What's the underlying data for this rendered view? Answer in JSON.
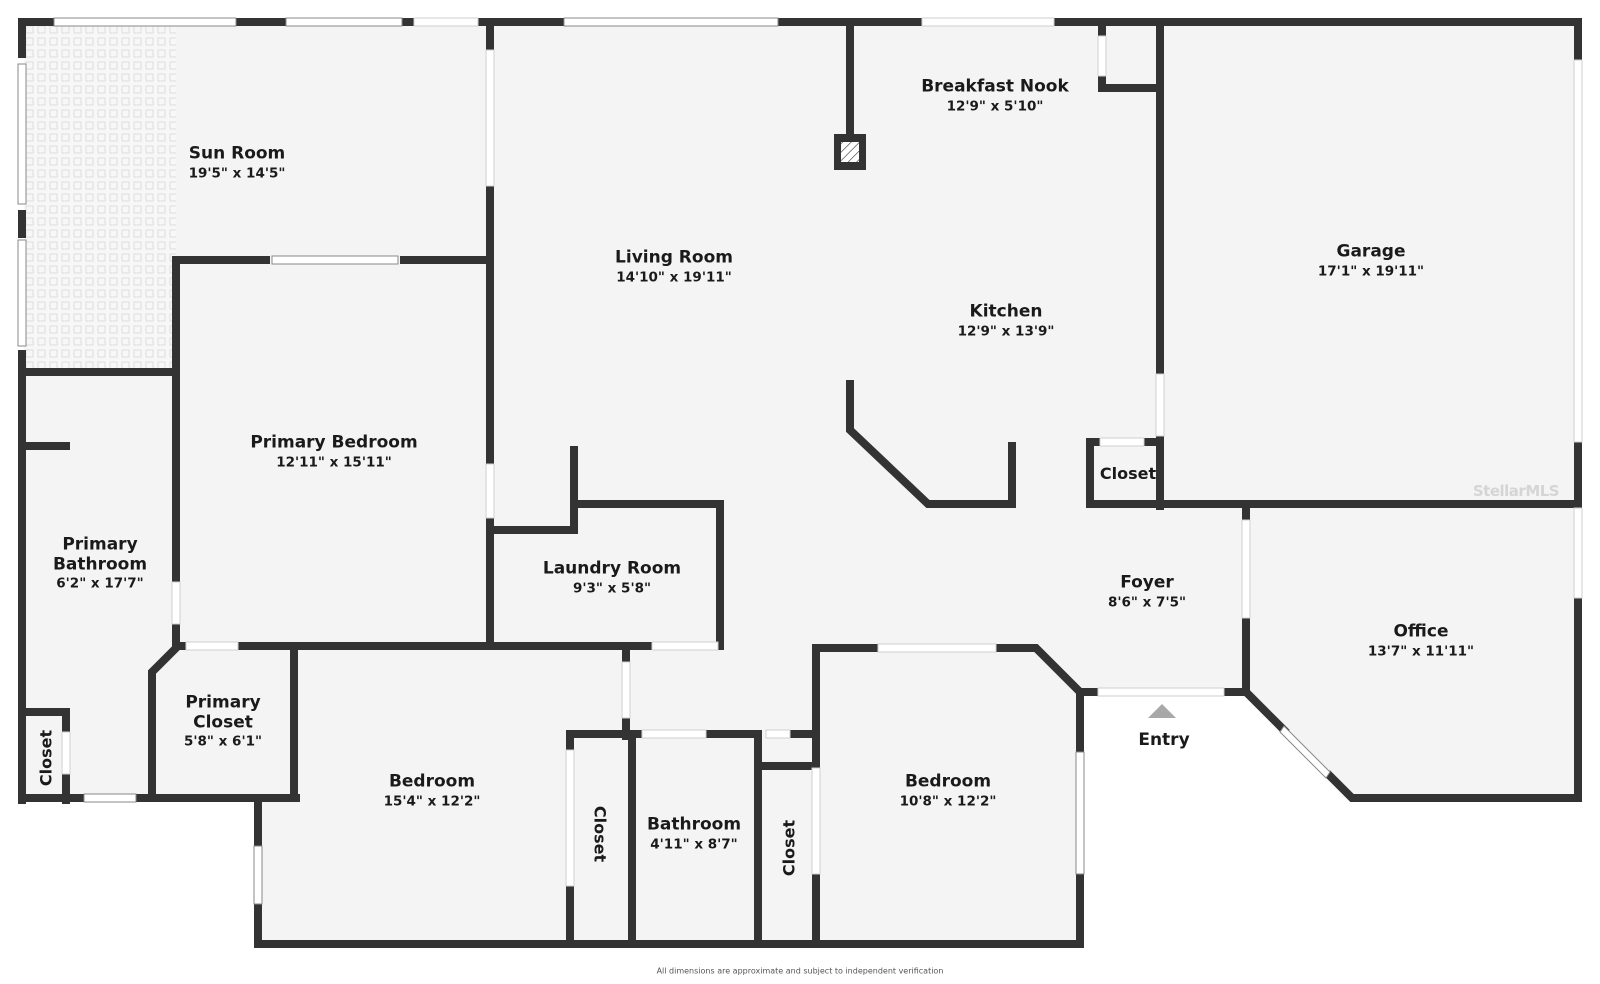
{
  "colors": {
    "wall": "#333333",
    "floor": "#f4f4f4",
    "background": "#ffffff",
    "text": "#1a1a1a",
    "entry_arrow": "#a8a8a8",
    "tile_line": "#e2e2e2"
  },
  "rooms": {
    "sun_room": {
      "name": "Sun Room",
      "dims": "19'5\" x 14'5\""
    },
    "living_room": {
      "name": "Living Room",
      "dims": "14'10\" x 19'11\""
    },
    "breakfast_nook": {
      "name": "Breakfast Nook",
      "dims": "12'9\" x 5'10\""
    },
    "kitchen": {
      "name": "Kitchen",
      "dims": "12'9\" x 13'9\""
    },
    "garage": {
      "name": "Garage",
      "dims": "17'1\" x 19'11\""
    },
    "primary_bedroom": {
      "name": "Primary Bedroom",
      "dims": "12'11\" x 15'11\""
    },
    "primary_bathroom": {
      "name_line1": "Primary",
      "name_line2": "Bathroom",
      "dims": "6'2\" x 17'7\""
    },
    "laundry_room": {
      "name": "Laundry Room",
      "dims": "9'3\" x 5'8\""
    },
    "foyer": {
      "name": "Foyer",
      "dims": "8'6\" x 7'5\""
    },
    "office": {
      "name": "Office",
      "dims": "13'7\" x 11'11\""
    },
    "primary_closet": {
      "name_line1": "Primary",
      "name_line2": "Closet",
      "dims": "5'8\" x 6'1\""
    },
    "bedroom_1": {
      "name": "Bedroom",
      "dims": "15'4\" x 12'2\""
    },
    "bathroom": {
      "name": "Bathroom",
      "dims": "4'11\" x 8'7\""
    },
    "bedroom_2": {
      "name": "Bedroom",
      "dims": "10'8\" x 12'2\""
    }
  },
  "closets": {
    "kitchen_closet": "Closet",
    "primary_bath_closet": "Closet",
    "bedroom_1_closet": "Closet",
    "bedroom_2_closet": "Closet"
  },
  "entry": {
    "label": "Entry",
    "icon": "triangle-up-icon"
  },
  "footer": {
    "disclaimer": "All dimensions are approximate and subject to independent verification"
  },
  "watermark": "StellarMLS"
}
